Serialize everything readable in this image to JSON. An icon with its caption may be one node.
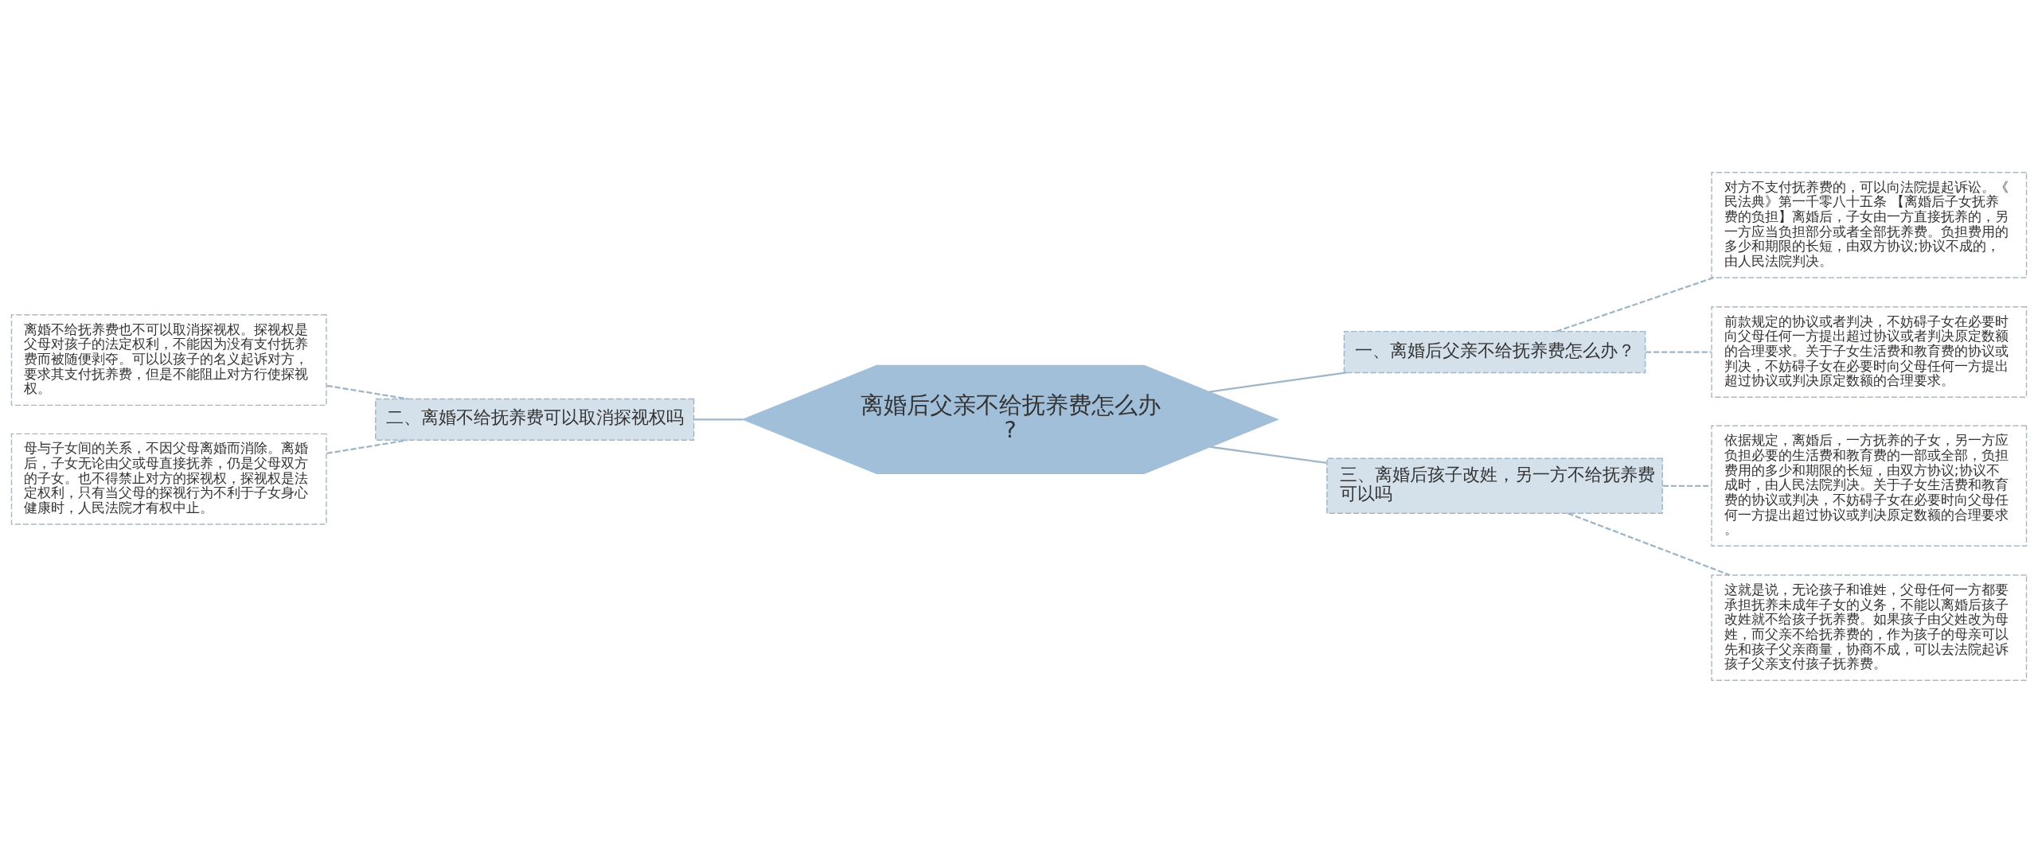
{
  "diagram": {
    "nodes": [
      {
        "text": [
          "离婚后父亲不给抚养费怎么办?"
        ]
      },
      {
        "text": [
          "一、离婚后父亲不给抚养费怎么办？"
        ]
      },
      {
        "text": [
          "对方不支付抚养费的，可以向法院提起诉讼。《民法典》第一千零八十五条 【离婚后子女抚养费的负担】离婚后，子女由一方直接抚养的，另一方应当负担部分或者全部抚养费。负担费用的多少和期限的长短，由双方协议;协议不成的，由人民法院判决。"
        ]
      },
      {
        "text": [
          "前款规定的协议或者判决，不妨碍子女在必要时向父母任何一方提出超过协议或者判决原定数额的合理要求。关于子女生活费和教育费的协议或判决，不妨碍子女在必要时向父母任何一方提出超过协议或判决原定数额的合理要求。"
        ]
      },
      {
        "text": [
          "二、离婚不给抚养费可以取消探视权吗"
        ]
      },
      {
        "text": [
          "离婚不给抚养费也不可以取消探视权。探视权是父母对孩子的法定权利，不能因为没有支付抚养费而被随便剥夺。可以以孩子的名义起诉对方，要求其支付抚养费，但是不能阻止对方行使探视权。"
        ]
      },
      {
        "text": [
          "母与子女间的关系，不因父母离婚而消除。离婚后，子女无论由父或母直接抚养，仍是父母双方的子女。也不得禁止对方的探视权，探视权是法定权利，只有当父母的探视行为不利于子女身心健康时，人民法院才有权中止。"
        ]
      },
      {
        "text": [
          "三、离婚后孩子改姓，另一方不给抚养费可以吗"
        ]
      },
      {
        "text": [
          "依据规定，离婚后，一方抚养的子女，另一方应负担必要的生活费和教育费的一部或全部，负担费用的多少和期限的长短，由双方协议;协议不成时，由人民法院判决。关于子女生活费和教育费的协议或判决，不妨碍子女在必要时向父母任何一方提出超过协议或判决原定数额的合理要求。"
        ]
      },
      {
        "text": [
          "这就是说，无论孩子和谁姓，父母任何一方都要承担抚养未成年子女的义务，不能以离婚后孩子改姓就不给孩子抚养费。如果孩子由父姓改为母姓，而父亲不给抚养费的，作为孩子的母亲可以先和孩子父亲商量，协商不成，可以去法院起诉孩子父亲支付孩子抚养费。"
        ]
      }
    ],
    "edges": [
      {
        "from": 0,
        "to": 1,
        "arrow": "none"
      },
      {
        "from": 1,
        "to": 2,
        "arrow": "none",
        "style": "dashed"
      },
      {
        "from": 1,
        "to": 3,
        "arrow": "none",
        "style": "dashed"
      },
      {
        "from": 0,
        "to": 4,
        "arrow": "none"
      },
      {
        "from": 4,
        "to": 5,
        "arrow": "none",
        "style": "dashed"
      },
      {
        "from": 4,
        "to": 6,
        "arrow": "none",
        "style": "dashed"
      },
      {
        "from": 0,
        "to": 7,
        "arrow": "none"
      },
      {
        "from": 7,
        "to": 8,
        "arrow": "none",
        "style": "dashed"
      },
      {
        "from": 7,
        "to": 9,
        "arrow": "none",
        "style": "dashed"
      }
    ]
  }
}
